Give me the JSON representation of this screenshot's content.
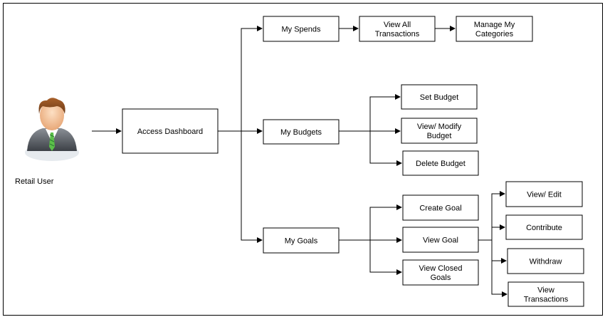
{
  "user": {
    "label": "Retail User"
  },
  "nodes": [
    {
      "id": "access",
      "label": "Access Dashboard"
    },
    {
      "id": "spends",
      "label": "My Spends"
    },
    {
      "id": "viewall",
      "label": "View All|Transactions"
    },
    {
      "id": "categories",
      "label": "Manage My|Categories"
    },
    {
      "id": "budgets",
      "label": "My Budgets"
    },
    {
      "id": "setbudget",
      "label": "Set Budget"
    },
    {
      "id": "modbudget",
      "label": "View/ Modify|Budget"
    },
    {
      "id": "delbudget",
      "label": "Delete Budget"
    },
    {
      "id": "goals",
      "label": "My Goals"
    },
    {
      "id": "creategoal",
      "label": "Create Goal"
    },
    {
      "id": "viewgoal",
      "label": "View Goal"
    },
    {
      "id": "closedgoals",
      "label": "View Closed|Goals"
    },
    {
      "id": "viewedit",
      "label": "View/ Edit"
    },
    {
      "id": "contribute",
      "label": "Contribute"
    },
    {
      "id": "withdraw",
      "label": "Withdraw"
    },
    {
      "id": "viewtxn",
      "label": "View|Transactions"
    }
  ],
  "edges": [
    [
      "user",
      "access"
    ],
    [
      "access",
      "spends"
    ],
    [
      "access",
      "budgets"
    ],
    [
      "access",
      "goals"
    ],
    [
      "spends",
      "viewall"
    ],
    [
      "viewall",
      "categories"
    ],
    [
      "budgets",
      "setbudget"
    ],
    [
      "budgets",
      "modbudget"
    ],
    [
      "budgets",
      "delbudget"
    ],
    [
      "goals",
      "creategoal"
    ],
    [
      "goals",
      "viewgoal"
    ],
    [
      "goals",
      "closedgoals"
    ],
    [
      "viewgoal",
      "viewedit"
    ],
    [
      "viewgoal",
      "contribute"
    ],
    [
      "viewgoal",
      "withdraw"
    ],
    [
      "viewgoal",
      "viewtxn"
    ]
  ]
}
